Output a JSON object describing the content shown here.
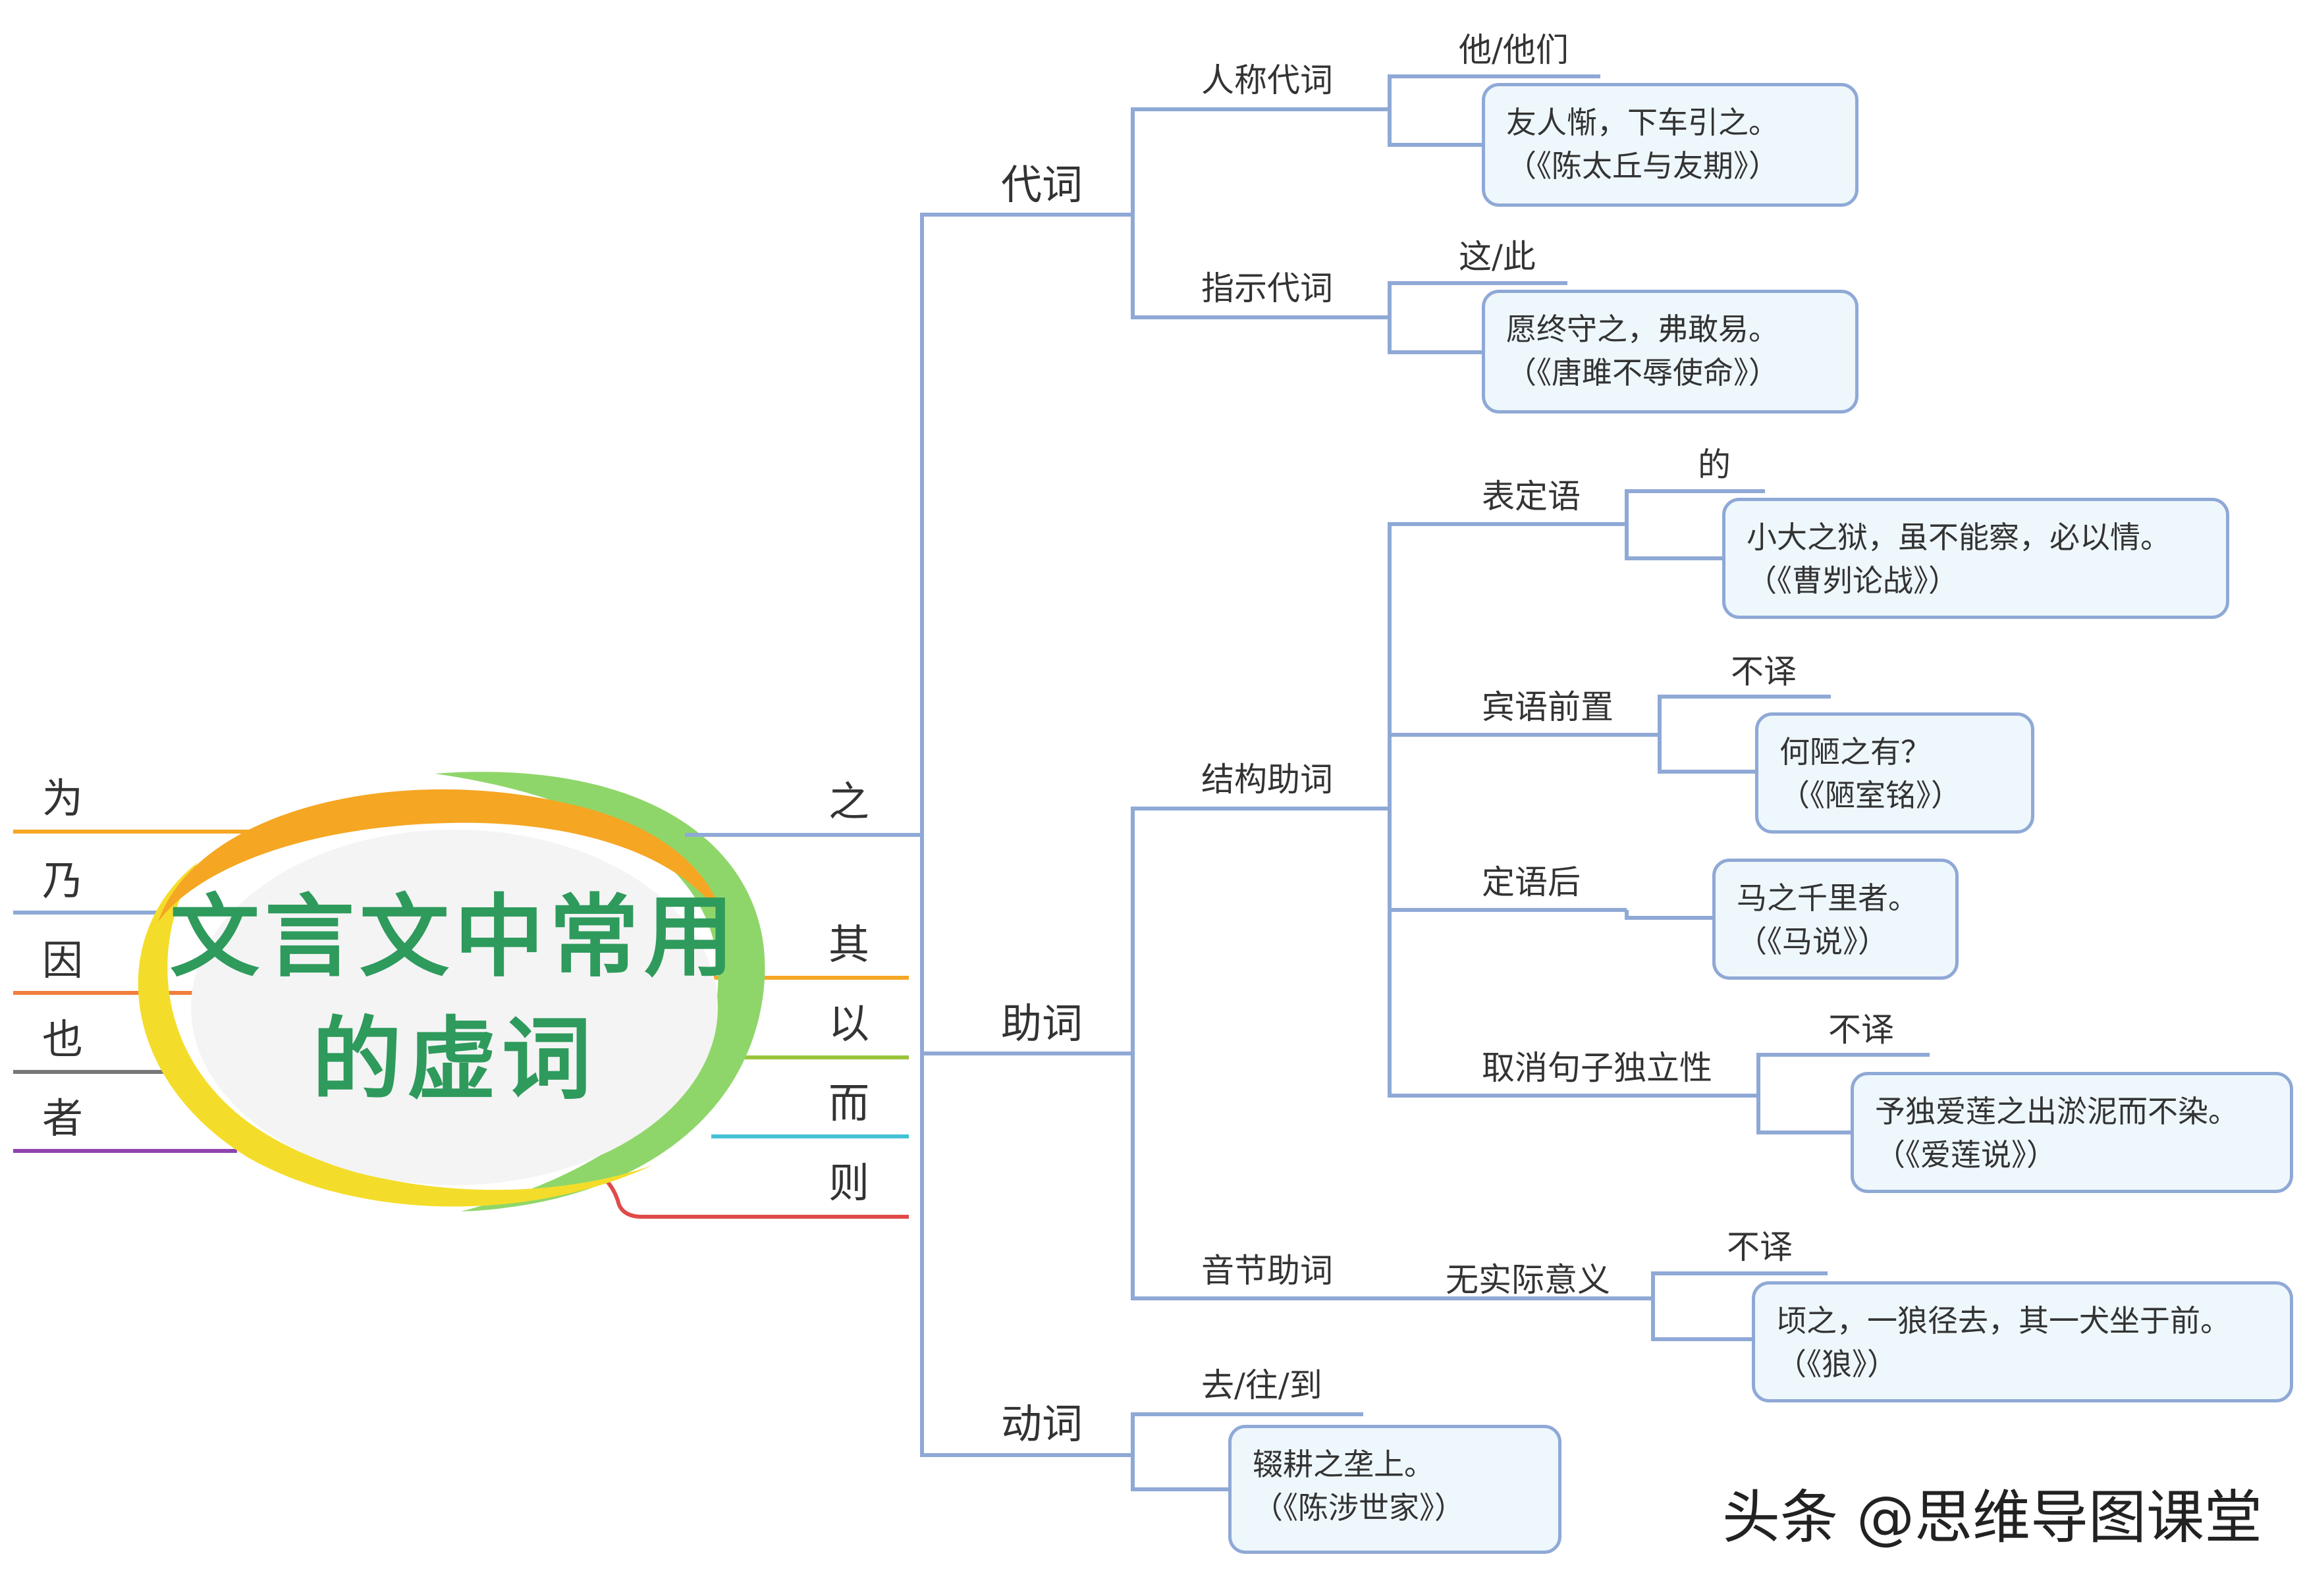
{
  "title": "文言文中常用的虚词",
  "left_words": [
    "为",
    "乃",
    "因",
    "也",
    "者"
  ],
  "right_words": [
    "之",
    "其",
    "以",
    "而",
    "则"
  ],
  "branch_colors": {
    "为": "#f5a623",
    "乃": "#8fa9d6",
    "因": "#f07f3c",
    "也": "#777777",
    "者": "#8e44ad",
    "之": "#8fa9d6",
    "其": "#f5a623",
    "以": "#9ac43c",
    "而": "#45c1d6",
    "则": "#e04a4a"
  },
  "zhi": {
    "daici": {
      "label": "代词",
      "renchen": {
        "label": "人称代词",
        "meaning": "他/他们",
        "example": "友人惭，下车引之。",
        "source": "（《陈太丘与友期》）"
      },
      "zhishi": {
        "label": "指示代词",
        "meaning": "这/此",
        "example": "愿终守之，弗敢易。",
        "source": "（《唐雎不辱使命》）"
      }
    },
    "zhuci": {
      "label": "助词",
      "jiegou": {
        "label": "结构助词",
        "dingyu": {
          "label": "表定语",
          "meaning": "的",
          "example": "小大之狱，虽不能察，必以情。",
          "source": "（《曹刿论战》）"
        },
        "binyu": {
          "label": "宾语前置",
          "meaning": "不译",
          "example": "何陋之有？",
          "source": "（《陋室铭》）"
        },
        "houzhi": {
          "label": "定语后",
          "example": "马之千里者。",
          "source": "（《马说》）"
        },
        "quxiao": {
          "label": "取消句子独立性",
          "meaning": "不译",
          "example": "予独爱莲之出淤泥而不染。",
          "source": "（《爱莲说》）"
        }
      },
      "yinjie": {
        "label": "音节助词",
        "sub": "无实际意义",
        "meaning": "不译",
        "example": "顷之，一狼径去，其一犬坐于前。",
        "source": "（《狼》）"
      }
    },
    "dongci": {
      "label": "动词",
      "meaning": "去/往/到",
      "example": "辍耕之垄上。",
      "source": "（《陈涉世家》）"
    }
  },
  "watermark": "头条 @思维导图课堂"
}
